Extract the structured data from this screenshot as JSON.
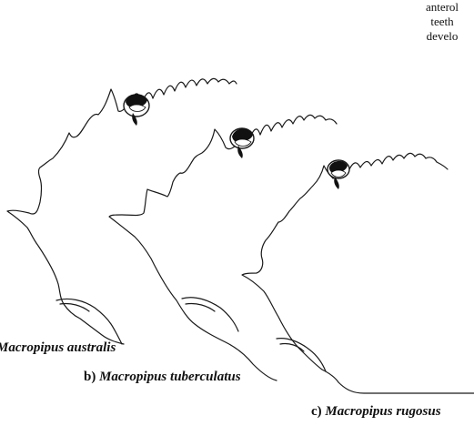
{
  "note_lines": [
    "anterol",
    "teeth",
    "develo"
  ],
  "captions": {
    "a": {
      "letter": "",
      "species": "Macropipus australis"
    },
    "b": {
      "letter": "b)",
      "species": "Macropipus tuberculatus"
    },
    "c": {
      "letter": "c)",
      "species": "Macropipus rugosus"
    }
  }
}
